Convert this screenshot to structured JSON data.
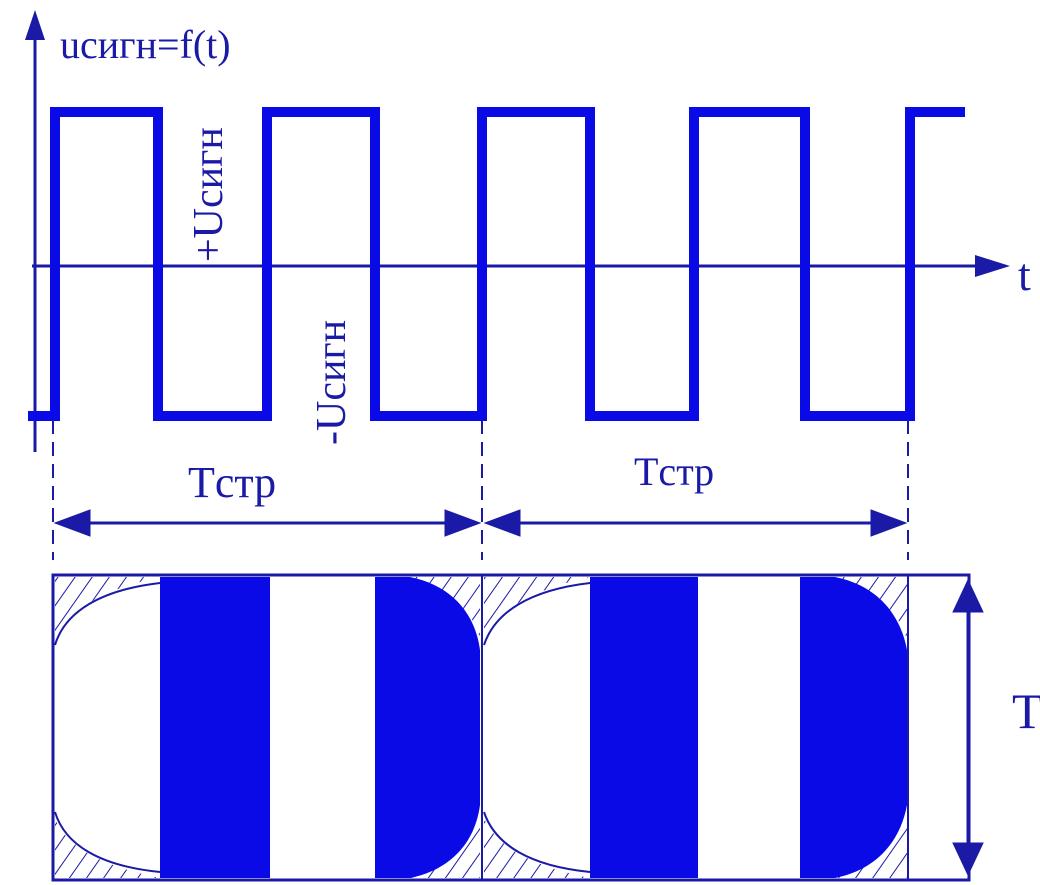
{
  "labels": {
    "y_axis": "uсигн=f(t)",
    "x_axis": "t",
    "plus_amplitude": "+Uсигн",
    "minus_amplitude": "-Uсигн",
    "period_left": "Tстр",
    "period_right": "Tстр",
    "screen_height": "T"
  },
  "colors": {
    "line": "#1a1aa6",
    "fill": "#0a0ae6",
    "background": "#ffffff"
  }
}
